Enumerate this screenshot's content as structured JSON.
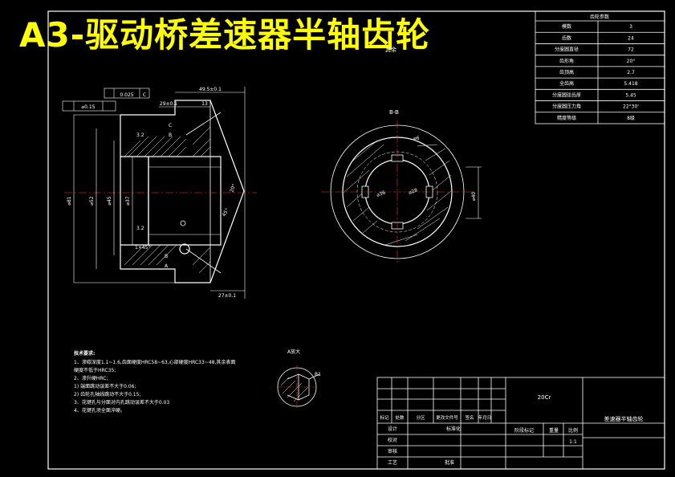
{
  "banner": {
    "title": "A3-驱动桥差速器半轴齿轮"
  },
  "gear_table": {
    "title": "齿轮参数",
    "rows": [
      {
        "label": "模数",
        "value": "3"
      },
      {
        "label": "齿数",
        "value": "24"
      },
      {
        "label": "分度圆直径",
        "value": "72"
      },
      {
        "label": "齿形角",
        "value": "20°"
      },
      {
        "label": "齿顶高",
        "value": "2.7"
      },
      {
        "label": "全齿高",
        "value": "5.418"
      },
      {
        "label": "分度圆弦齿厚",
        "value": "5.45"
      },
      {
        "label": "分度圆压力角",
        "value": "22°30'"
      },
      {
        "label": "精度等级",
        "value": "8级"
      }
    ]
  },
  "drawing": {
    "remaining_roughness": "其余",
    "section_label": "B-B",
    "detail_label": "A放大",
    "detail_radius": "R1",
    "dims": {
      "overall_length": "49.5±0.1",
      "flatness": "0.025",
      "datum_c": "C",
      "datum_a": "A",
      "datum_b": "B",
      "position_tol": "⌀0.15",
      "dim_29": "29±0.1",
      "dim_13": "13",
      "dim_27": "27±0.1",
      "dim_dia_outer": "⌀81",
      "dim_dia_52": "⌀52",
      "dim_dia_45": "⌀45",
      "dim_dia_37": "⌀37",
      "dim_chamfer": "1×45°",
      "rough_32a": "3.2",
      "rough_32b": "3.2",
      "dim_d6": "⌀6",
      "dim_d36": "⌀36",
      "dim_d28": "⌀28",
      "dim_40": "⌀40",
      "angle_a": "20°",
      "angle_b": "45°"
    }
  },
  "notes": {
    "title": "技术要求:",
    "lines": [
      "1、渗碳深度1.1~1.6,齿面硬度HRC58~63,心部硬度HRC33~48,其余表面",
      "   硬度不低于HRC35;",
      "2、渗升硬HRC;",
      "   1) 端面跳动误差不大于0.06;",
      "   2) 齿轮孔轴线跳动不大于0.15;",
      "3、花键孔与分面对内孔跳动误差不大于0.03",
      "4、花键孔须全面淬硬。"
    ]
  },
  "title_block": {
    "material": "20Cr",
    "part_name": "差速器半轴齿轮",
    "scale": "1:1",
    "header_cells": [
      "标记",
      "处数",
      "分区",
      "更改文件号",
      "签名",
      "年月日"
    ],
    "row_labels": [
      "设计",
      "校对",
      "审核",
      "工艺"
    ],
    "standardize": "标准化",
    "approve": "批准",
    "stage_mark": "阶段标记",
    "weight": "重量",
    "ratio": "比例"
  }
}
